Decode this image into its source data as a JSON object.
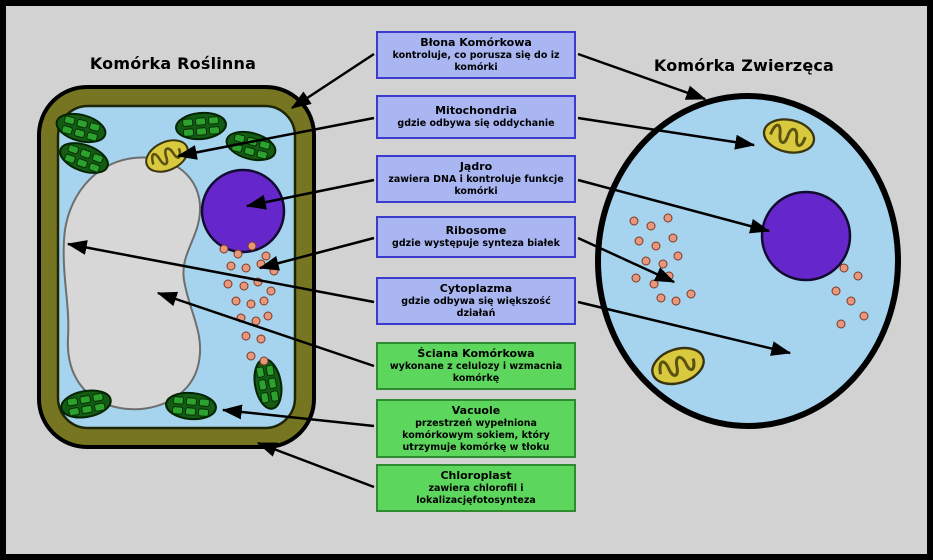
{
  "titles": {
    "plant": "Komórka Roślinna",
    "animal": "Komórka Zwierzęca"
  },
  "labels": [
    {
      "title": "Błona Komórkowa",
      "desc": "kontroluje, co porusza się do iz komórki",
      "category": "blue"
    },
    {
      "title": "Mitochondria",
      "desc": "gdzie odbywa się oddychanie",
      "category": "blue"
    },
    {
      "title": "Jądro",
      "desc": "zawiera DNA i kontroluje funkcje komórki",
      "category": "blue"
    },
    {
      "title": "Ribosome",
      "desc": "gdzie występuje synteza białek",
      "category": "blue"
    },
    {
      "title": "Cytoplazma",
      "desc": "gdzie odbywa się większość działań",
      "category": "blue"
    },
    {
      "title": "Ściana Komórkowa",
      "desc": "wykonane z celulozy i wzmacnia komórkę",
      "category": "green"
    },
    {
      "title": "Vacuole",
      "desc": "przestrzeń wypełniona komórkowym sokiem, który utrzymuje komórkę w tłoku",
      "category": "green"
    },
    {
      "title": "Chloroplast",
      "desc": "zawiera chlorofil i lokalizacjęfotosynteza",
      "category": "green"
    }
  ],
  "colors": {
    "background": "#d2d2d2",
    "box-blue-bg": "#a9b6f2",
    "box-blue-border": "#3c3ccc",
    "box-green-bg": "#5dd65d",
    "box-green-border": "#2e8b2e",
    "cell-wall": "#767622",
    "cytoplasm": "#a6d4ef",
    "nucleus": "#6527cc",
    "vacuole": "#d7d7d7",
    "chloroplast": "#145c14",
    "chloroplast-inner": "#2da12d",
    "mitochondrion": "#d8c93e",
    "ribosome": "#e8977d"
  }
}
